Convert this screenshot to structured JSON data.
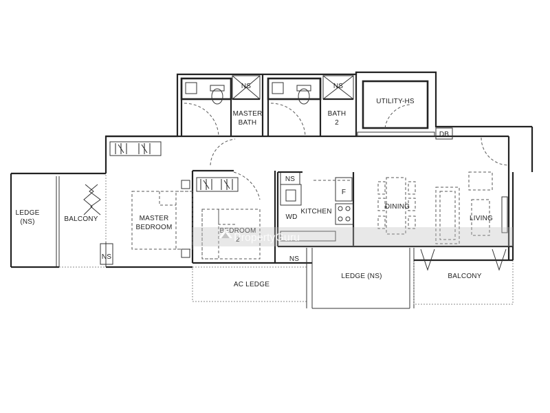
{
  "rooms": {
    "ledge_ns_left": [
      "LEDGE",
      "(NS)"
    ],
    "balcony_left": "BALCONY",
    "master_bedroom": [
      "MASTER",
      "BEDROOM"
    ],
    "bedroom_2": [
      "BEDROOM",
      "2"
    ],
    "master_bath": [
      "MASTER",
      "BATH"
    ],
    "bath_2": [
      "BATH",
      "2"
    ],
    "ns_top_1": "NS",
    "ns_top_2": "NS",
    "ns_kitchen": "NS",
    "ns_balcony": "NS",
    "ns_bottom": "NS",
    "utility_hs": "UTILITY-HS",
    "db": "DB",
    "kitchen": "KITCHEN",
    "wd": "WD",
    "fridge": "F",
    "dining": "DINING",
    "living": "LIVING",
    "ac_ledge": "AC LEDGE",
    "ledge_ns_bottom": "LEDGE (NS)",
    "balcony_right": "BALCONY"
  },
  "watermark": "PropertyGuru"
}
